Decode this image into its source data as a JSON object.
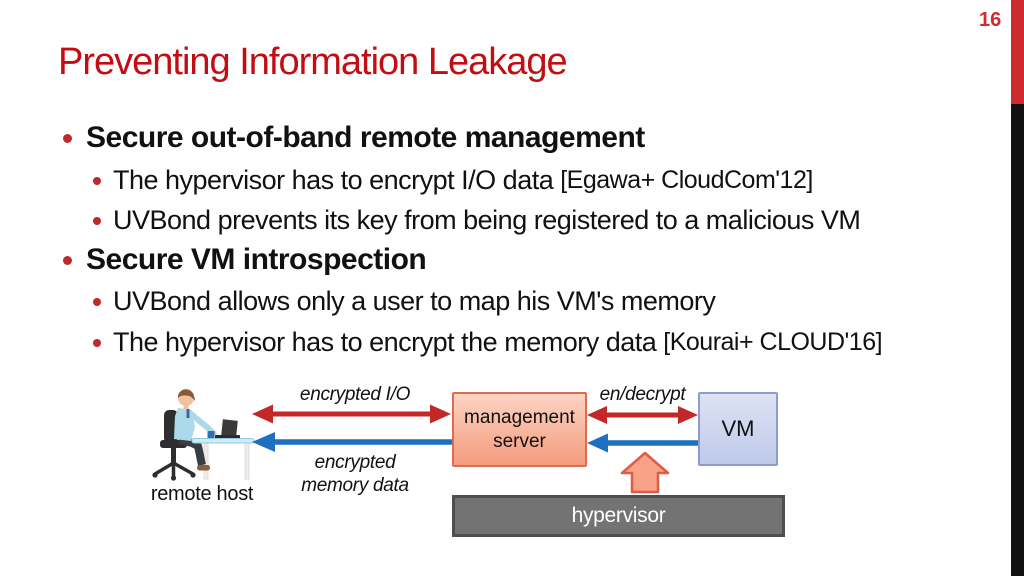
{
  "slide": {
    "page_number": "16",
    "title": "Preventing Information Leakage",
    "bullets": [
      {
        "level": 1,
        "text": "Secure out-of-band remote management",
        "citation": ""
      },
      {
        "level": 2,
        "text": "The hypervisor has to encrypt I/O data ",
        "citation": "[Egawa+ CloudCom'12]"
      },
      {
        "level": 2,
        "text": "UVBond prevents its key from being registered to a malicious VM",
        "citation": ""
      },
      {
        "level": 1,
        "text": "Secure VM introspection",
        "citation": ""
      },
      {
        "level": 2,
        "text": "UVBond allows only a user to map his VM's memory",
        "citation": ""
      },
      {
        "level": 2,
        "text": "The hypervisor has to encrypt the memory data ",
        "citation": "[Kourai+ CLOUD'16]"
      }
    ]
  },
  "diagram": {
    "remote_host_label": "remote host",
    "encrypted_io_label": "encrypted I/O",
    "encrypted_memory_label": "encrypted\nmemory data",
    "en_decrypt_label": "en/decrypt",
    "management_server_label": "management\nserver",
    "vm_label": "VM",
    "hypervisor_label": "hypervisor"
  },
  "colors": {
    "title_red": "#c20d12",
    "sidebar_red": "#ce2a30",
    "sidebar_black": "#111111",
    "bullet_dot_red": "#c0282d",
    "arrow_red": "#c32728",
    "arrow_blue": "#1d70c0",
    "management_box_fill": "#f9a98e",
    "management_box_border": "#d96c52",
    "vm_box_fill": "#ccd4ee",
    "vm_box_border": "#8c9ccf",
    "hypervisor_fill": "#737373",
    "hypervisor_border": "#4f4f4f",
    "up_arrow_fill": "#f9a189",
    "up_arrow_border": "#e25a43"
  }
}
